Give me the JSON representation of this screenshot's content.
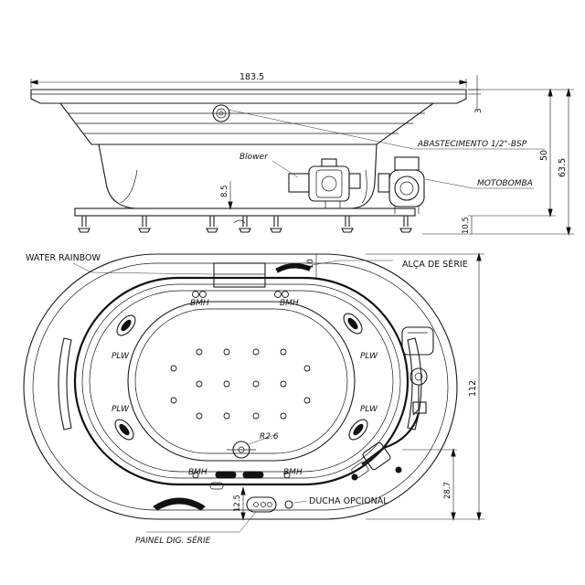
{
  "dimensions": {
    "overall_length": "183.5",
    "total_height": "63.5",
    "tub_height": "50",
    "rim_thickness": "3",
    "base_clearance": "10.5",
    "blower_height": "8.5",
    "handle_depth": "10",
    "plan_width": "112",
    "pump_offset": "28.7",
    "panel_offset": "12.5",
    "radius": "R2.6"
  },
  "labels": {
    "abastecimento": "ABASTECIMENTO 1/2\"-BSP",
    "blower": "Blower",
    "motobomba": "MOTOBOMBA",
    "water_rainbow": "WATER RAINBOW",
    "alca_de_serie": "ALÇA DE SÉRIE",
    "ducha_opcional": "DUCHA OPCIONAL",
    "painel_dig_serie": "PAINEL DIG. SÉRIE",
    "bmh": "BMH",
    "plw": "PLW"
  }
}
